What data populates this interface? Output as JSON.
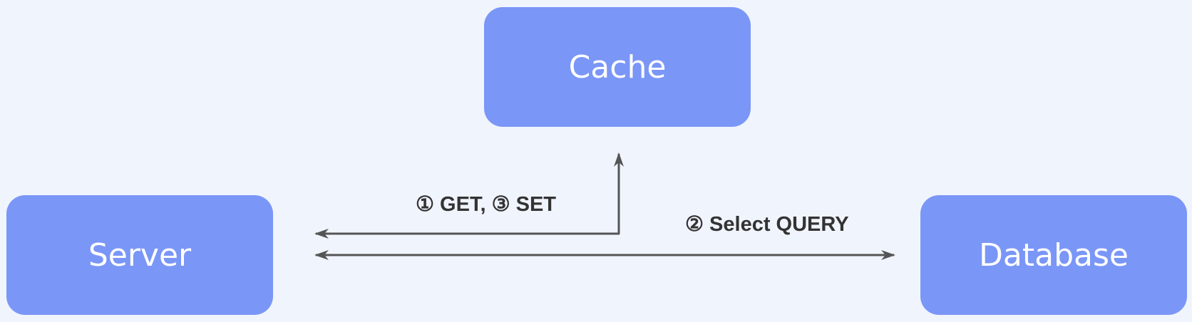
{
  "nodes": {
    "cache": "Cache",
    "server": "Server",
    "database": "Database"
  },
  "edges": {
    "cache_server_label": "① GET, ③ SET",
    "server_database_label": "② Select QUERY"
  },
  "colors": {
    "background": "#f0f4fd",
    "node_fill": "#7a96f7",
    "node_text": "#ffffff",
    "edge": "#555555",
    "label_text": "#333333"
  }
}
